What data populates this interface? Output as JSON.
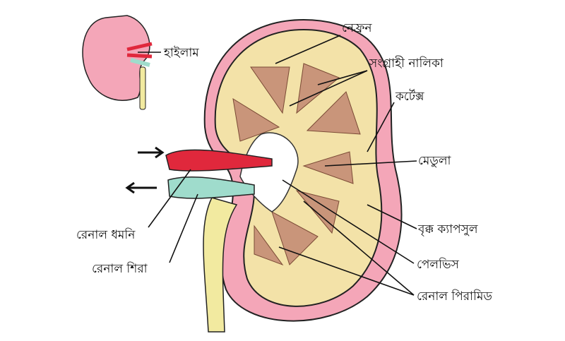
{
  "labels": {
    "nephron": "নেফ্রন",
    "collecting_duct": "সংগ্রাহী নালিকা",
    "cortex": "কর্টেক্স",
    "medulla": "মেডুলা",
    "renal_capsule": "বৃক্ক ক্যাপসুল",
    "pelvis": "পেলভিস",
    "renal_pyramid": "রেনাল পিরামিড",
    "renal_artery": "রেনাল ধমনি",
    "renal_vein": "রেনাল শিরা",
    "hilum": "হাইলাম"
  },
  "colors": {
    "capsule": "#f4a6b8",
    "cortex": "#f3e2a8",
    "pyramid": "#c9957a",
    "artery": "#e0283c",
    "vein": "#9fdccc",
    "ureter": "#f2eaa0"
  }
}
